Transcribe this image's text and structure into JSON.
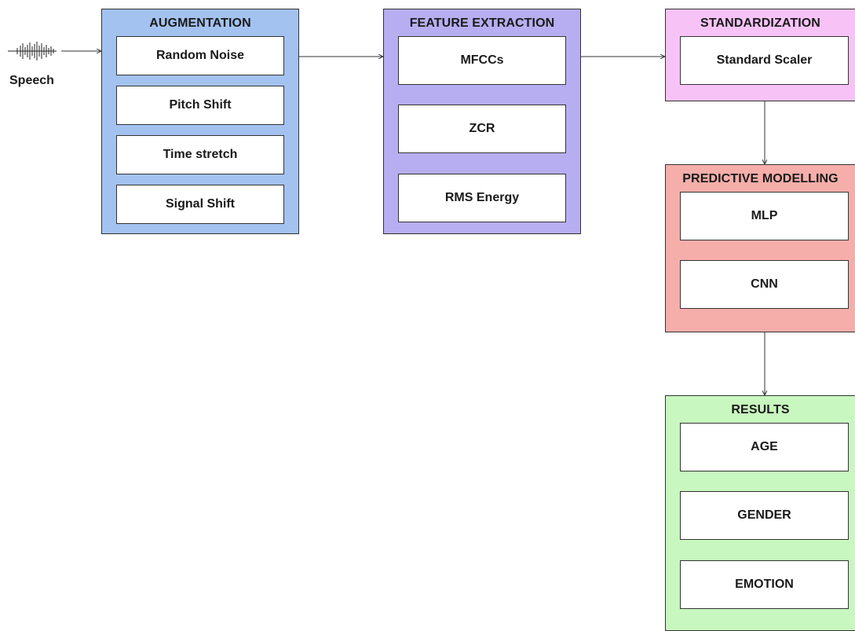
{
  "input": {
    "label": "Speech",
    "icon": "waveform-icon"
  },
  "stages": {
    "augmentation": {
      "title": "AUGMENTATION",
      "items": [
        "Random Noise",
        "Pitch Shift",
        "Time stretch",
        "Signal Shift"
      ]
    },
    "feature_extraction": {
      "title": "FEATURE EXTRACTION",
      "items": [
        "MFCCs",
        "ZCR",
        "RMS Energy"
      ]
    },
    "standardization": {
      "title": "STANDARDIZATION",
      "items": [
        "Standard Scaler"
      ]
    },
    "predictive_modelling": {
      "title": "PREDICTIVE MODELLING",
      "items": [
        "MLP",
        "CNN"
      ]
    },
    "results": {
      "title": "RESULTS",
      "items": [
        "AGE",
        "GENDER",
        "EMOTION"
      ]
    }
  },
  "colors": {
    "augmentation": "#a3c2f0",
    "feature_extraction": "#b7aef2",
    "standardization": "#f7c3f7",
    "predictive_modelling": "#f6aeaa",
    "results": "#c8f7bf"
  }
}
